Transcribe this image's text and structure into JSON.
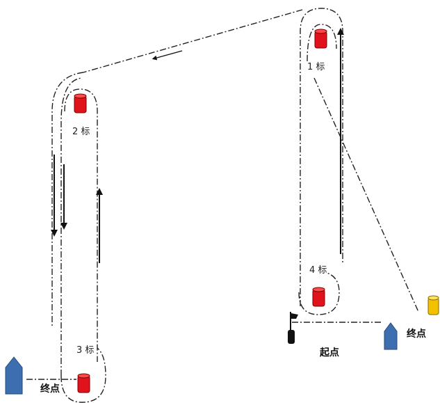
{
  "buoys": {
    "mark1": {
      "label": "1 标",
      "color": "#e0121b"
    },
    "mark2": {
      "label": "2 标",
      "color": "#e0121b"
    },
    "mark3": {
      "label": "3 标",
      "color": "#e0121b"
    },
    "mark4": {
      "label": "4 标",
      "color": "#e0121b"
    },
    "finish_buoy_right": {
      "color": "#f2c200"
    }
  },
  "start": {
    "label": "起点"
  },
  "finish_left": {
    "label": "终点"
  },
  "finish_right": {
    "label": "终点"
  },
  "colors": {
    "boat": "#3d6fb0",
    "line": "#222222",
    "flag": "#111111"
  }
}
